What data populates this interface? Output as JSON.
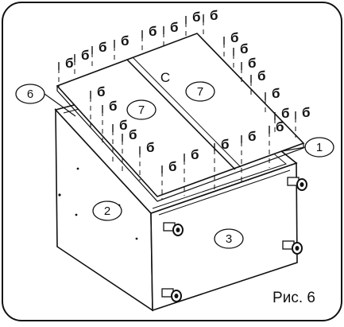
{
  "figure": {
    "caption": "Рис. 6",
    "panel_letter": "C",
    "callouts": [
      {
        "id": "1",
        "text": "1"
      },
      {
        "id": "2",
        "text": "2"
      },
      {
        "id": "3",
        "text": "3"
      },
      {
        "id": "6",
        "text": "6"
      },
      {
        "id": "7a",
        "text": "7"
      },
      {
        "id": "7b",
        "text": "7"
      }
    ],
    "screw_label": "б"
  },
  "colors": {
    "line": "#111111",
    "background": "#ffffff"
  }
}
